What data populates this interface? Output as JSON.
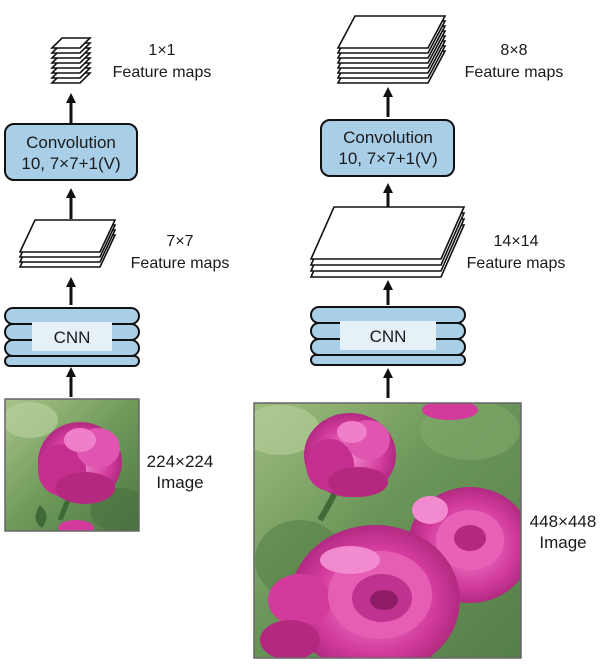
{
  "left": {
    "top_maps": {
      "size": "1×1",
      "caption": "Feature maps"
    },
    "conv": {
      "line1": "Convolution",
      "line2": "10, 7×7+1(V)"
    },
    "mid_maps": {
      "size": "7×7",
      "caption": "Feature maps"
    },
    "cnn": {
      "label": "CNN"
    },
    "image": {
      "size": "224×224",
      "caption": "Image"
    }
  },
  "right": {
    "top_maps": {
      "size": "8×8",
      "caption": "Feature maps"
    },
    "conv": {
      "line1": "Convolution",
      "line2": "10, 7×7+1(V)"
    },
    "mid_maps": {
      "size": "14×14",
      "caption": "Feature maps"
    },
    "cnn": {
      "label": "CNN"
    },
    "image": {
      "size": "448×448",
      "caption": "Image"
    }
  },
  "colors": {
    "box_fill": "#a9cfe8",
    "box_stroke": "#1a1a1a",
    "cnn_inner": "#e6f0f7",
    "flower": "#d23a9c",
    "background_green": "#6f9a5b"
  }
}
